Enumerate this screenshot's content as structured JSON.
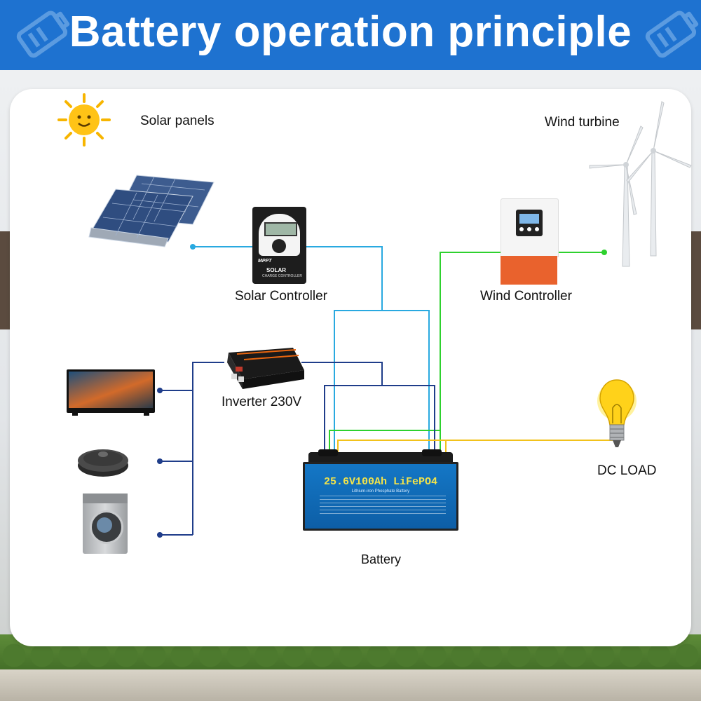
{
  "header": {
    "title": "Battery operation principle"
  },
  "labels": {
    "solar_panels": "Solar panels",
    "wind_turbine": "Wind turbine",
    "solar_controller": "Solar Controller",
    "wind_controller": "Wind Controller",
    "inverter": "Inverter 230V",
    "dc_load": "DC LOAD",
    "battery": "Battery"
  },
  "battery": {
    "model_text": "25.6V100Ah LiFePO4",
    "subtitle": "Lithium-iron Phosphate Battery"
  },
  "solar_controller": {
    "screen_text": "MPPT",
    "brand_text": "SOLAR",
    "brand_sub": "CHARGE CONTROLLER"
  },
  "colors": {
    "header": "#1e72d0",
    "solar_wire": "#29a9e0",
    "wind_wire": "#2ed12e",
    "inverter_wire": "#1f3d8a",
    "dc_wire": "#f2c21b"
  }
}
